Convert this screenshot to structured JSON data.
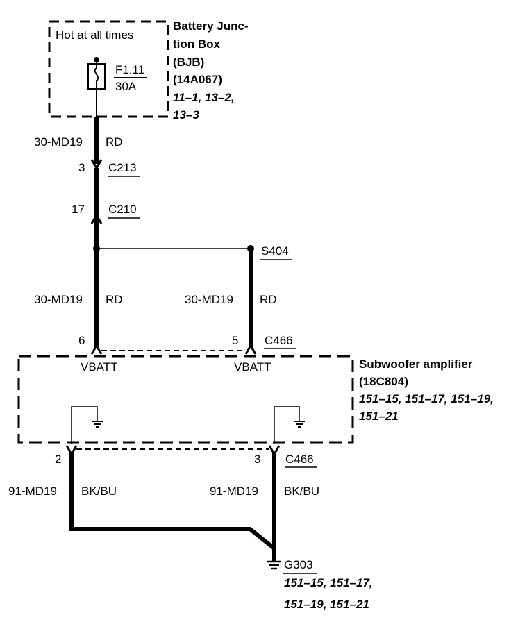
{
  "bjb": {
    "hot_label": "Hot at all times",
    "title_lines": [
      "Battery Junc-",
      "tion Box",
      "(BJB)",
      "(14A067)"
    ],
    "ref_lines": [
      "11–1, 13–2,",
      "13–3"
    ],
    "fuse_id": "F1.11",
    "fuse_rating": "30A"
  },
  "wires": {
    "w1_circuit": "30-MD19",
    "w1_color": "RD",
    "w2_circuit": "30-MD19",
    "w2_color": "RD",
    "w3_circuit": "30-MD19",
    "w3_color": "RD",
    "w4_circuit": "91-MD19",
    "w4_color": "BK/BU",
    "w5_circuit": "91-MD19",
    "w5_color": "BK/BU"
  },
  "connectors": {
    "c213_pin": "3",
    "c213_name": "C213",
    "c210_pin": "17",
    "c210_name": "C210",
    "splice_name": "S404",
    "c466_top_pin_left": "6",
    "c466_top_pin_right": "5",
    "c466_top_name": "C466",
    "c466_bot_pin_left": "2",
    "c466_bot_pin_right": "3",
    "c466_bot_name": "C466"
  },
  "amp": {
    "title_lines": [
      "Subwoofer amplifier",
      "(18C804)"
    ],
    "ref_lines": [
      "151–15, 151–17, 151–19,",
      "151–21"
    ],
    "vbatt_left": "VBATT",
    "vbatt_right": "VBATT"
  },
  "ground": {
    "name": "G303",
    "ref_lines": [
      "151–15, 151–17,",
      "151–19, 151–21"
    ]
  }
}
